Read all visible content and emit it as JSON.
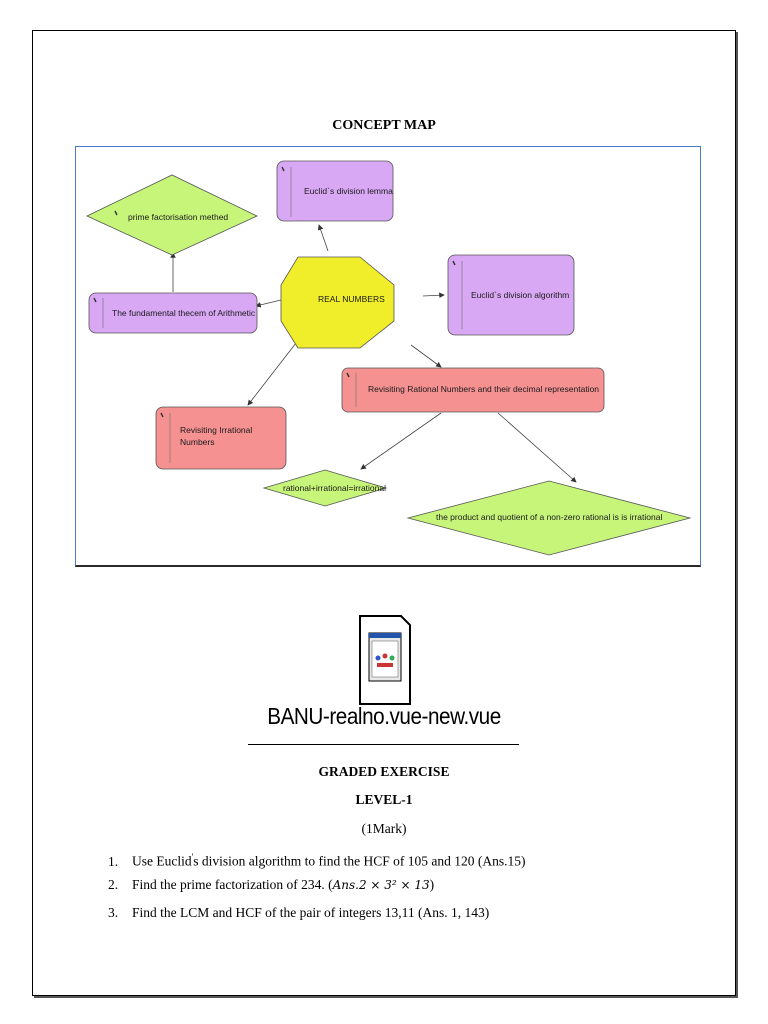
{
  "heading": "CONCEPT MAP",
  "concept_map": {
    "nodes": {
      "center": "REAL NUMBERS",
      "lemma": "Euclid`s division lemma",
      "algorithm": "Euclid`s division algorithm",
      "prime": "prime factorisation methed",
      "fundamental": "The fundamental thecem of Arithmetic",
      "rational": "Revisiting Rational Numbers and their decimal representation",
      "irrational_l1": "Revisiting Irrational",
      "irrational_l2": "Numbers",
      "sum": "rational+irrational=irrational",
      "product": "the product and quotient of a non-zero rational is is irrational"
    },
    "colors": {
      "center": "#f0ee2a",
      "purple": "#d9a8f5",
      "green": "#c6f57a",
      "red": "#f59191"
    }
  },
  "embedded_file": {
    "icon": "vue-file-icon",
    "name": "BANU-realno.vue-new.vue"
  },
  "exercise": {
    "title": "GRADED EXERCISE",
    "level": "LEVEL-1",
    "marks": "(1Mark)",
    "questions": [
      {
        "num": "1.",
        "text_a": "Use Euclid",
        "sup": "'",
        "text_b": "s division algorithm to find the HCF of 105 and 120  (Ans.15)"
      },
      {
        "num": "2.",
        "text_a": "Find the prime factorization of 234. (",
        "math": "Ans.2 × 3² × 13",
        "text_b": ")"
      },
      {
        "num": "3.",
        "text_a": "Find the LCM and HCF of the pair of integers 13,11  (Ans. 1,  143)"
      }
    ]
  }
}
